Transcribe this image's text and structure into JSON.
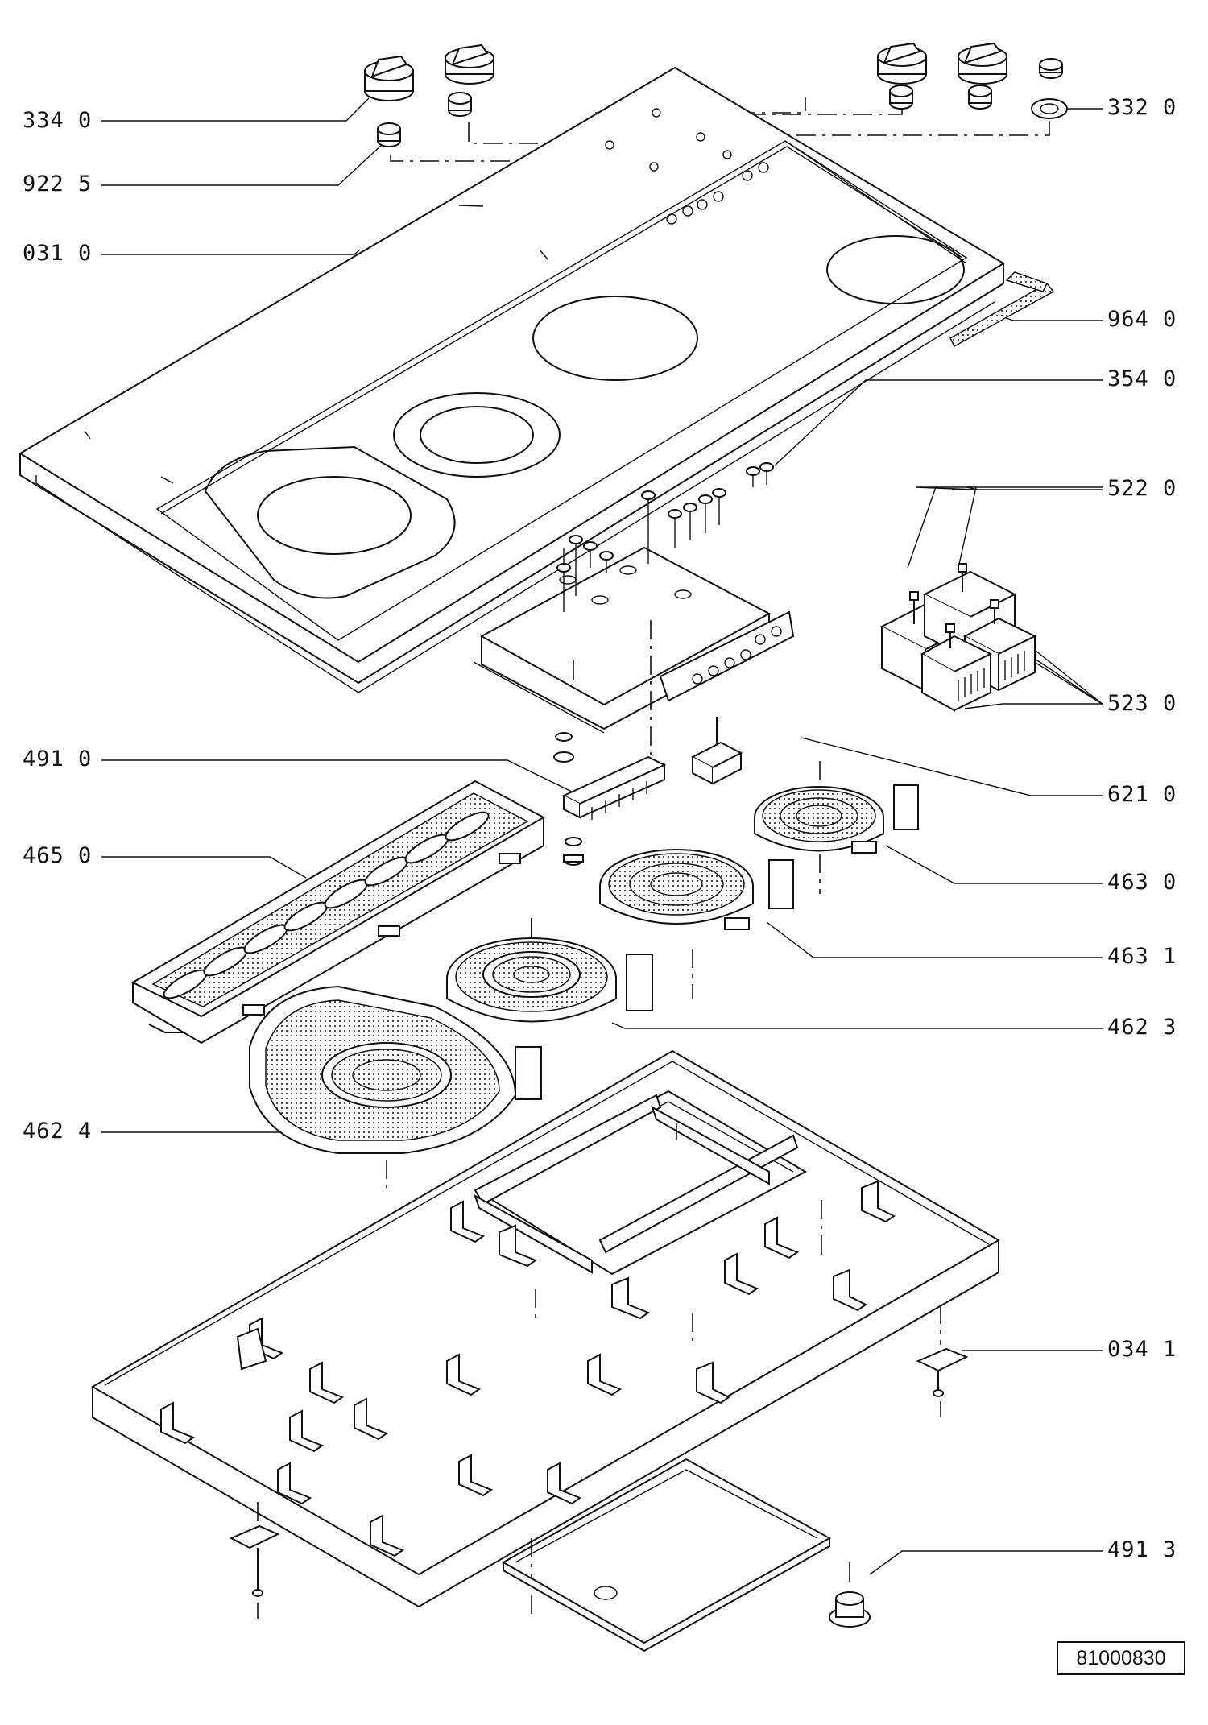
{
  "diagram": {
    "parts_left": [
      {
        "id": "334",
        "suffix": "0"
      },
      {
        "id": "922",
        "suffix": "5"
      },
      {
        "id": "031",
        "suffix": "0"
      },
      {
        "id": "491",
        "suffix": "0"
      },
      {
        "id": "465",
        "suffix": "0"
      },
      {
        "id": "462",
        "suffix": "4"
      }
    ],
    "parts_right": [
      {
        "id": "332",
        "suffix": "0"
      },
      {
        "id": "964",
        "suffix": "0"
      },
      {
        "id": "354",
        "suffix": "0"
      },
      {
        "id": "522",
        "suffix": "0"
      },
      {
        "id": "523",
        "suffix": "0"
      },
      {
        "id": "621",
        "suffix": "0"
      },
      {
        "id": "463",
        "suffix": "0"
      },
      {
        "id": "463",
        "suffix": "1"
      },
      {
        "id": "462",
        "suffix": "3"
      },
      {
        "id": "034",
        "suffix": "1"
      },
      {
        "id": "491",
        "suffix": "3"
      }
    ],
    "drawing_number": "81000830"
  }
}
